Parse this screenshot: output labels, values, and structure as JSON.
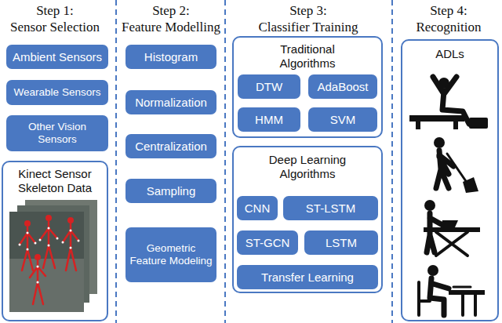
{
  "diagram": {
    "nodes": [
      {
        "text": [
          "Ambient Sensors"
        ]
      },
      {
        "text": [
          "Wearable Sensors"
        ]
      },
      {
        "text": [
          "Other Vision Sensors"
        ]
      },
      {
        "text": [
          "Kinect Sensor Skeleton Data"
        ]
      },
      {
        "text": [
          "Histogram"
        ]
      },
      {
        "text": [
          "Normalization"
        ]
      },
      {
        "text": [
          "Centralization"
        ]
      },
      {
        "text": [
          "Sampling"
        ]
      },
      {
        "text": [
          "Geometric Feature Modeling"
        ]
      },
      {
        "text": [
          "Traditional Algorithms"
        ]
      },
      {
        "text": [
          "DTW"
        ],
        "in": 9
      },
      {
        "text": [
          "AdaBoost"
        ],
        "in": 9
      },
      {
        "text": [
          "HMM"
        ],
        "in": 9
      },
      {
        "text": [
          "SVM"
        ],
        "in": 9
      },
      {
        "text": [
          "Deep Learning Algorithms"
        ]
      },
      {
        "text": [
          "CNN"
        ],
        "in": 14
      },
      {
        "text": [
          "ST-LSTM"
        ],
        "in": 14
      },
      {
        "text": [
          "ST-GCN"
        ],
        "in": 14
      },
      {
        "text": [
          "LSTM"
        ],
        "in": 14
      },
      {
        "text": [
          "Transfer Learning"
        ],
        "in": 14
      },
      {
        "text": [
          "ADLs"
        ]
      }
    ],
    "labels": [
      "Step 1:",
      "Sensor Selection",
      "Step 2:",
      "Feature Modelling",
      "Step 3:",
      "Classifier Training",
      "Step 4:",
      "Recognition"
    ]
  }
}
